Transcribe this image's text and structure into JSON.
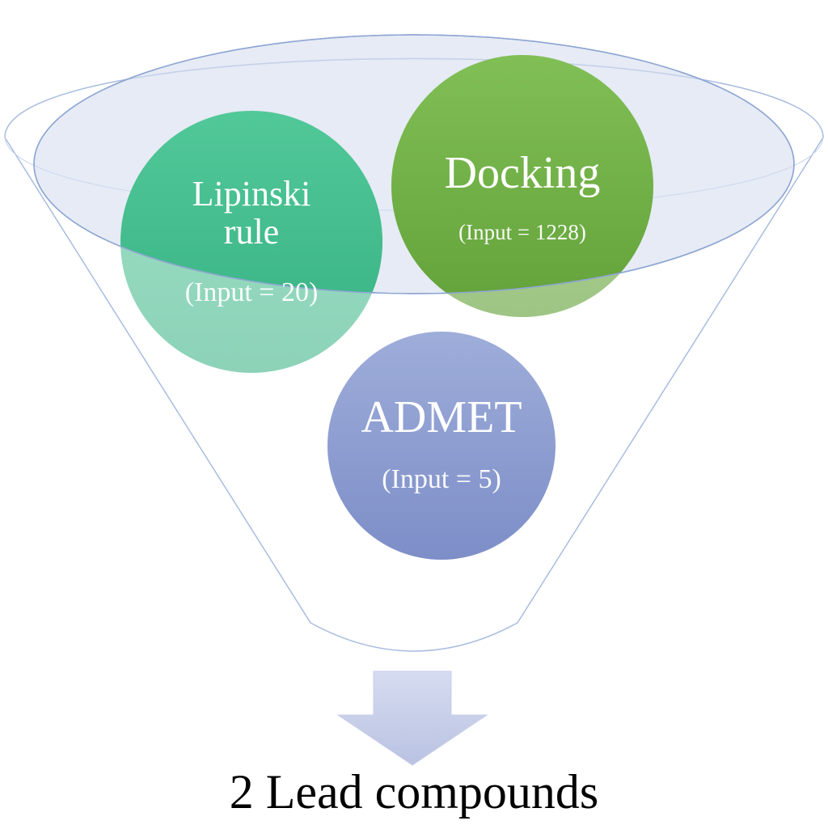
{
  "stages": [
    {
      "title": "Lipinski rule",
      "title_line1": "Lipinski",
      "title_line2": "rule",
      "input": "(Input = 20)",
      "color": "#3BB88A"
    },
    {
      "title": "Docking",
      "input": "(Input = 1228)",
      "color": "#6DAE3E"
    },
    {
      "title": "ADMET",
      "input": "(Input = 5)",
      "color": "#8596CC"
    }
  ],
  "output": {
    "label": "2 Lead compounds"
  },
  "colors": {
    "funnel_outline": "#A9BCDF",
    "funnel_top_fill": "#D5DDEE",
    "arrow_fill": "#C7CEE8"
  }
}
